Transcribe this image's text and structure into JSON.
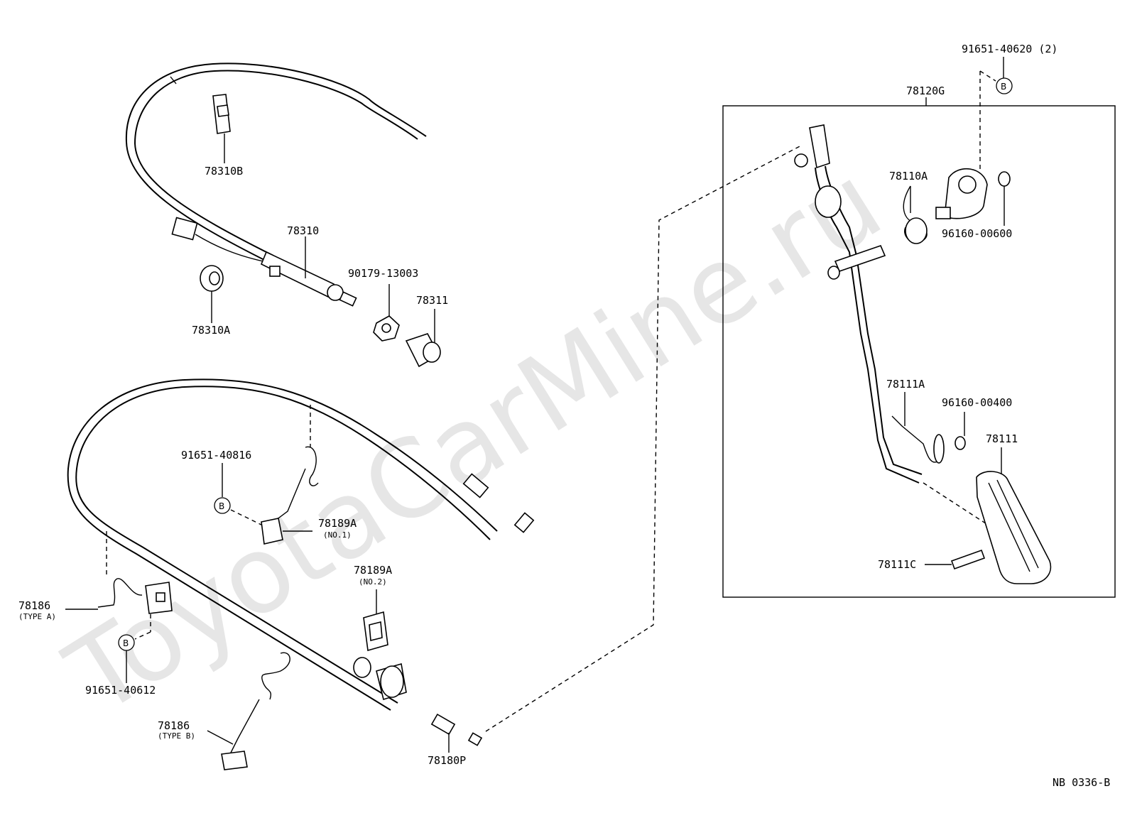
{
  "watermark": "ToyotaCarMine.ru",
  "diagram_code": "NB 0336-B",
  "assembly_label": "78120G",
  "labels": {
    "p78310B": "78310B",
    "p78310": "78310",
    "p78310A": "78310A",
    "p90179": "90179-13003",
    "p78311": "78311",
    "p91651_40816": "91651-40816",
    "p78189A_1": "78189A",
    "p78189A_1_sub": "(NO.1)",
    "p78189A_2": "78189A",
    "p78189A_2_sub": "(NO.2)",
    "p78186_A": "78186",
    "p78186_A_sub": "(TYPE A)",
    "p91651_40612": "91651-40612",
    "p78186_B": "78186",
    "p78186_B_sub": "(TYPE B)",
    "p78180P": "78180P",
    "p91651_40620": "91651-40620 (2)",
    "p78110A": "78110A",
    "p96160_00600": "96160-00600",
    "p78111A": "78111A",
    "p96160_00400": "96160-00400",
    "p78111": "78111",
    "p78111C": "78111C"
  },
  "ref_marks": {
    "b1": "B",
    "b2": "B",
    "b3": "B"
  }
}
